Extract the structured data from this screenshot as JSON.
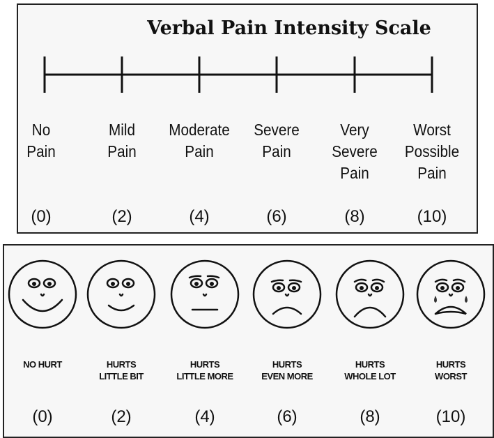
{
  "verbal": {
    "title": "Verbal Pain Intensity Scale",
    "items": [
      {
        "lines": [
          "No",
          "Pain"
        ],
        "score": "(0)"
      },
      {
        "lines": [
          "Mild",
          "Pain"
        ],
        "score": "(2)"
      },
      {
        "lines": [
          "Moderate",
          "Pain"
        ],
        "score": "(4)"
      },
      {
        "lines": [
          "Severe",
          "Pain"
        ],
        "score": "(6)"
      },
      {
        "lines": [
          "Very",
          "Severe",
          "Pain"
        ],
        "score": "(8)"
      },
      {
        "lines": [
          "Worst",
          "Possible",
          "Pain"
        ],
        "score": "(10)"
      }
    ]
  },
  "faces": {
    "items": [
      {
        "icon": "no-hurt-face-icon",
        "lines": [
          "NO HURT"
        ],
        "score": "(0)"
      },
      {
        "icon": "hurts-little-bit-face-icon",
        "lines": [
          "HURTS",
          "LITTLE BIT"
        ],
        "score": "(2)"
      },
      {
        "icon": "hurts-little-more-face-icon",
        "lines": [
          "HURTS",
          "LITTLE MORE"
        ],
        "score": "(4)"
      },
      {
        "icon": "hurts-even-more-face-icon",
        "lines": [
          "HURTS",
          "EVEN MORE"
        ],
        "score": "(6)"
      },
      {
        "icon": "hurts-whole-lot-face-icon",
        "lines": [
          "HURTS",
          "WHOLE LOT"
        ],
        "score": "(8)"
      },
      {
        "icon": "hurts-worst-face-icon",
        "lines": [
          "HURTS",
          "WORST"
        ],
        "score": "(10)"
      }
    ]
  },
  "colors": {
    "ink": "#111111",
    "panel": "#f7f7f7",
    "border": "#222222"
  }
}
